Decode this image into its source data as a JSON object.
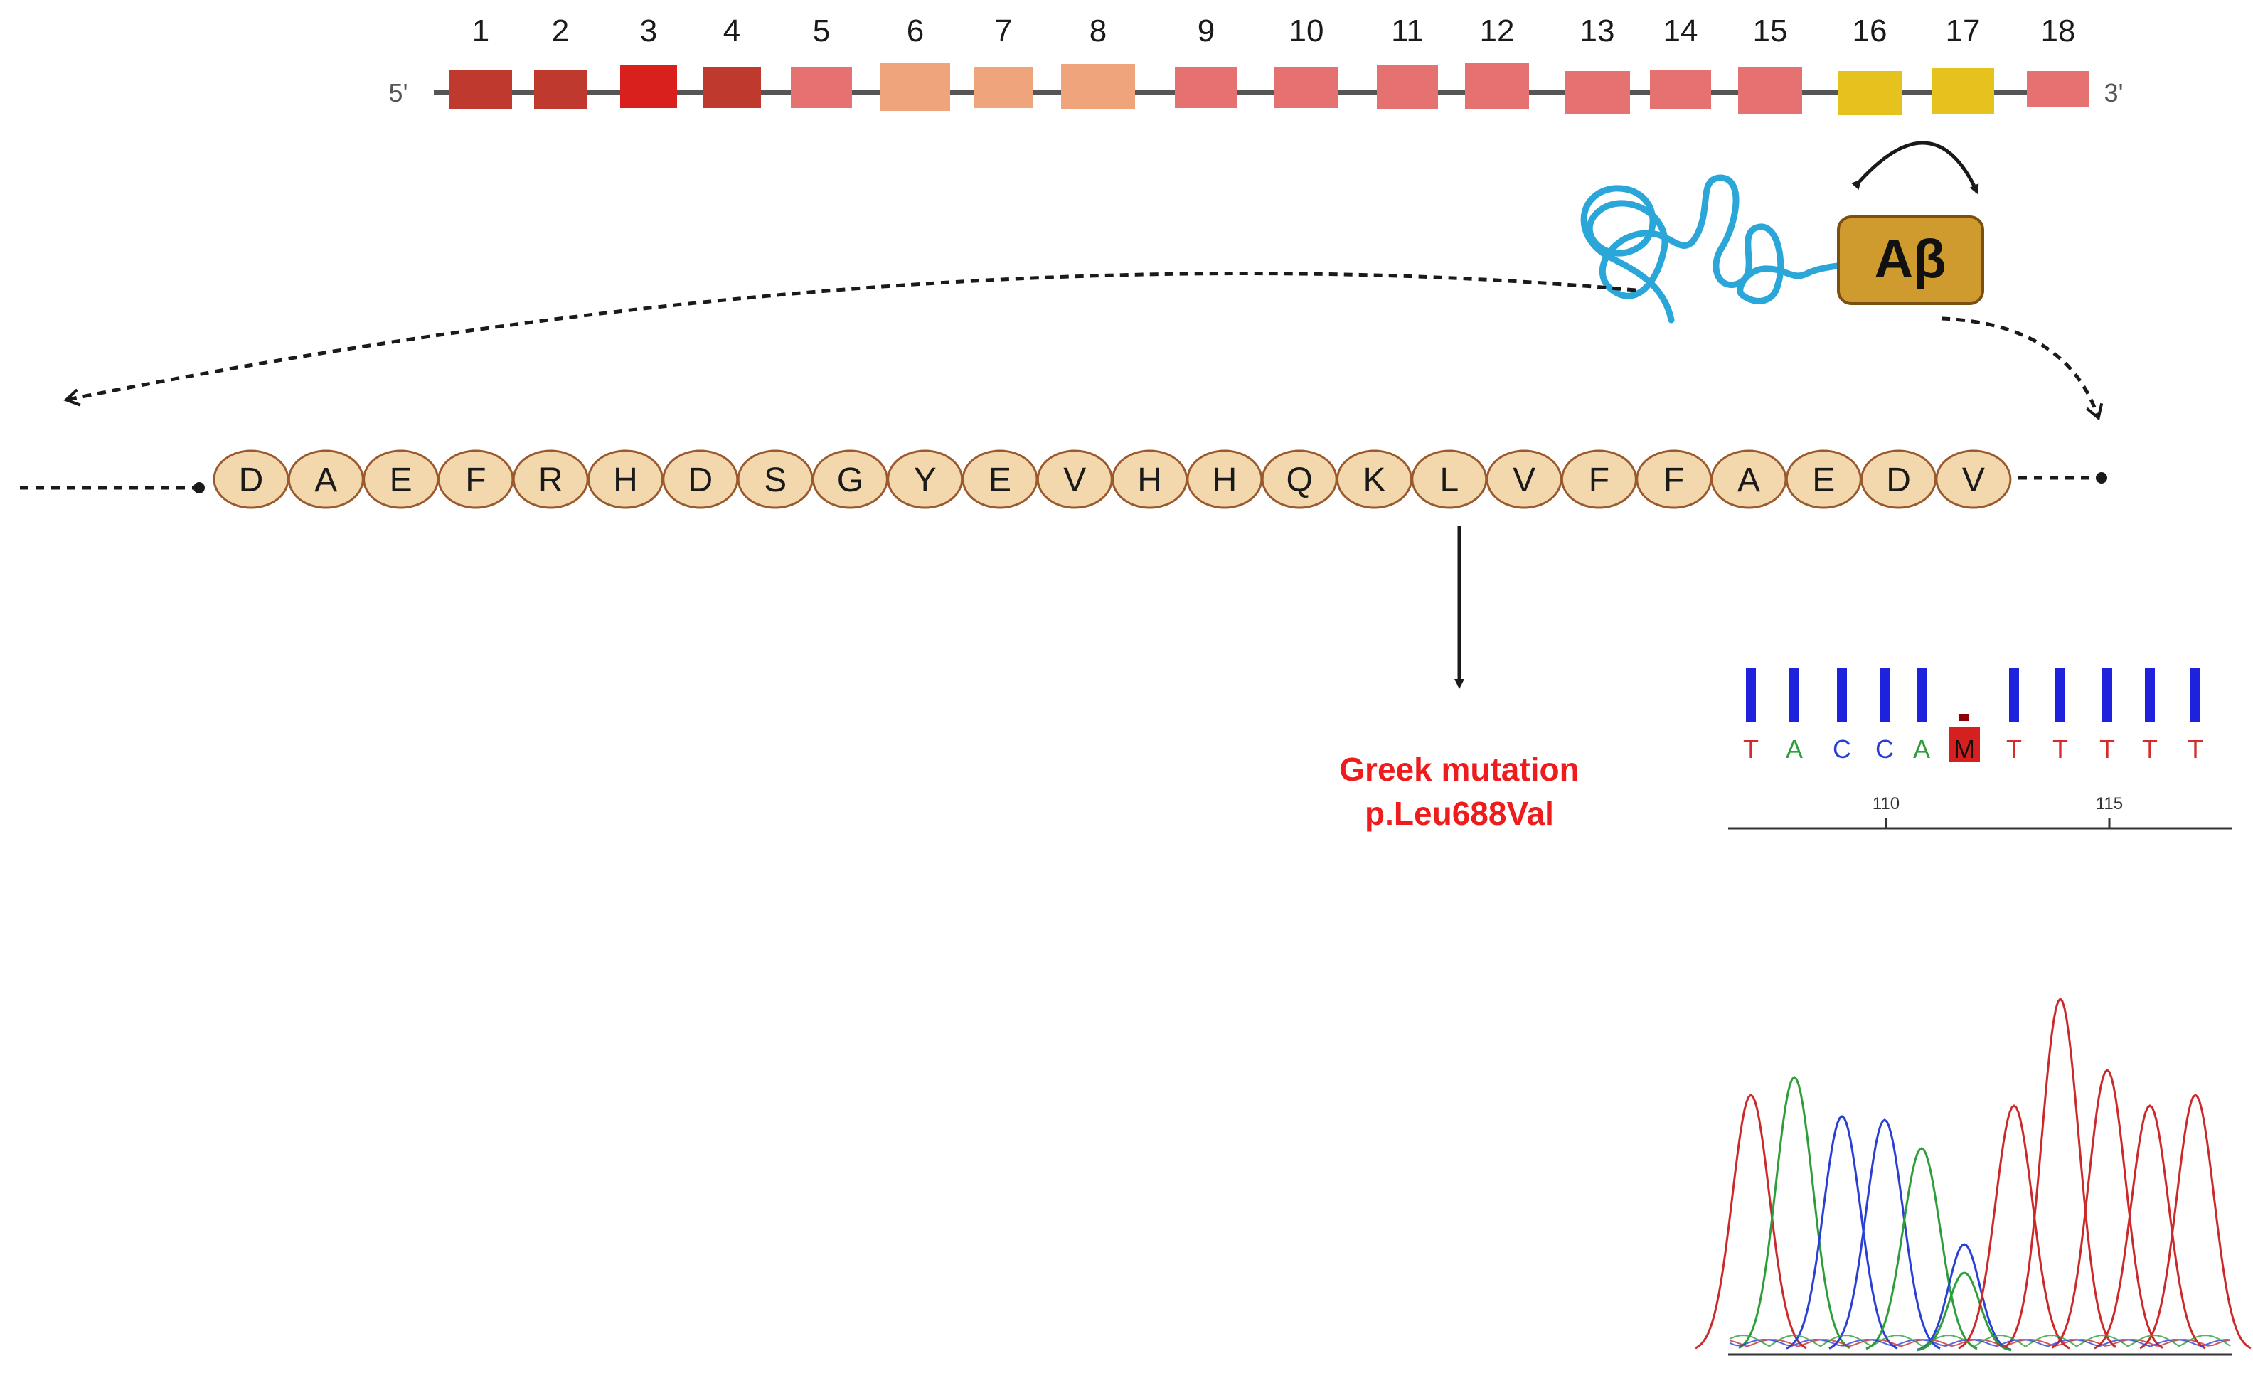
{
  "gene": {
    "end_5": "5'",
    "end_3": "3'",
    "exons": [
      {
        "label": "1",
        "color": "#c0392f"
      },
      {
        "label": "2",
        "color": "#c0392f"
      },
      {
        "label": "3",
        "color": "#d9201d"
      },
      {
        "label": "4",
        "color": "#c0392f"
      },
      {
        "label": "5",
        "color": "#e57171"
      },
      {
        "label": "6",
        "color": "#f0a47c"
      },
      {
        "label": "7",
        "color": "#f0a47c"
      },
      {
        "label": "8",
        "color": "#f0a47c"
      },
      {
        "label": "9",
        "color": "#e57171"
      },
      {
        "label": "10",
        "color": "#e57171"
      },
      {
        "label": "11",
        "color": "#e57171"
      },
      {
        "label": "12",
        "color": "#e57171"
      },
      {
        "label": "13",
        "color": "#e57171"
      },
      {
        "label": "14",
        "color": "#e57171"
      },
      {
        "label": "15",
        "color": "#e57171"
      },
      {
        "label": "16",
        "color": "#e6c21f"
      },
      {
        "label": "17",
        "color": "#e6c21f"
      },
      {
        "label": "18",
        "color": "#e57171"
      }
    ]
  },
  "peptide": {
    "label": "Aβ",
    "box_color": "#cf9a2e",
    "residues": [
      "D",
      "A",
      "E",
      "F",
      "R",
      "H",
      "D",
      "S",
      "G",
      "Y",
      "E",
      "V",
      "H",
      "H",
      "Q",
      "K",
      "L",
      "V",
      "F",
      "F",
      "A",
      "E",
      "D",
      "V"
    ],
    "residue_fill": "#f3d8ae",
    "residue_stroke": "#9b5a2e"
  },
  "mutation": {
    "line1": "Greek mutation",
    "line2": "p.Leu688Val",
    "color": "#ee1c1c"
  },
  "sequencing": {
    "bases": [
      {
        "b": "T",
        "color": "#d62b2b"
      },
      {
        "b": "A",
        "color": "#2e9e3a"
      },
      {
        "b": "C",
        "color": "#2a3fd6"
      },
      {
        "b": "C",
        "color": "#2a3fd6"
      },
      {
        "b": "A",
        "color": "#2e9e3a"
      },
      {
        "b": "M",
        "color": "#111111"
      },
      {
        "b": "T",
        "color": "#d62b2b"
      },
      {
        "b": "T",
        "color": "#d62b2b"
      },
      {
        "b": "T",
        "color": "#d62b2b"
      },
      {
        "b": "T",
        "color": "#d62b2b"
      },
      {
        "b": "T",
        "color": "#d62b2b"
      }
    ],
    "positions": [
      "110",
      "115"
    ],
    "het_highlight": "#d62020"
  }
}
